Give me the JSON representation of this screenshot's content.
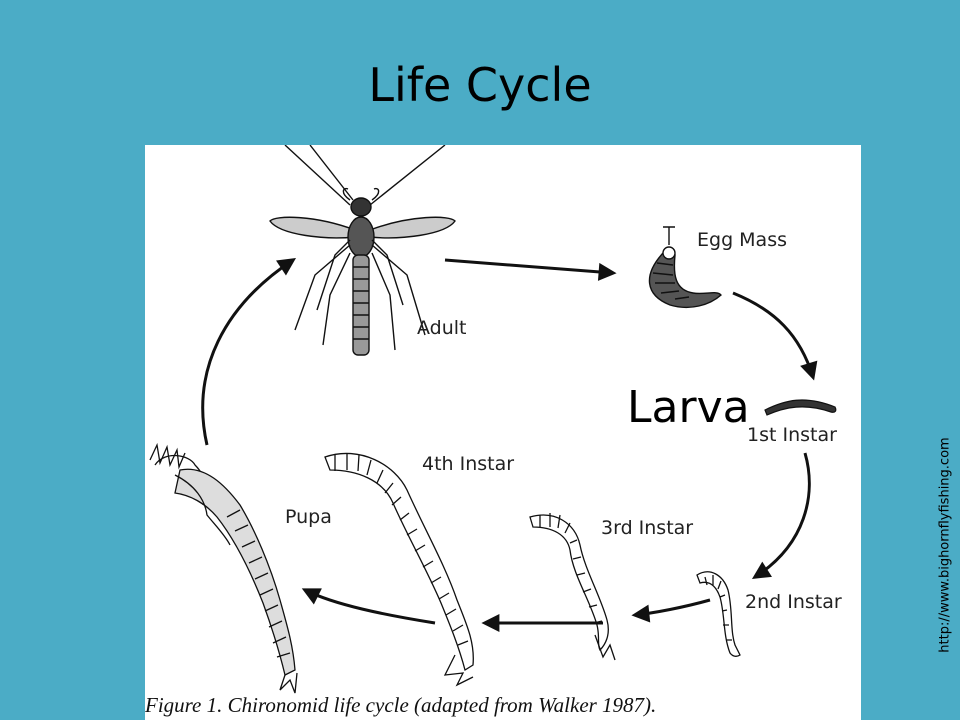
{
  "slide": {
    "title": "Life Cycle",
    "overlay_label": "Larva",
    "source_url": "http://www.bighornflyfishing.com"
  },
  "figure": {
    "stages": {
      "adult": "Adult",
      "egg_mass": "Egg Mass",
      "first_instar": "1st Instar",
      "second_instar": "2nd Instar",
      "third_instar": "3rd Instar",
      "fourth_instar": "4th Instar",
      "pupa": "Pupa"
    },
    "caption": "Figure 1. Chironomid life cycle (adapted from Walker 1987)."
  },
  "colors": {
    "background": "#4bacc6",
    "figure_bg": "#ffffff",
    "ink": "#111111"
  }
}
